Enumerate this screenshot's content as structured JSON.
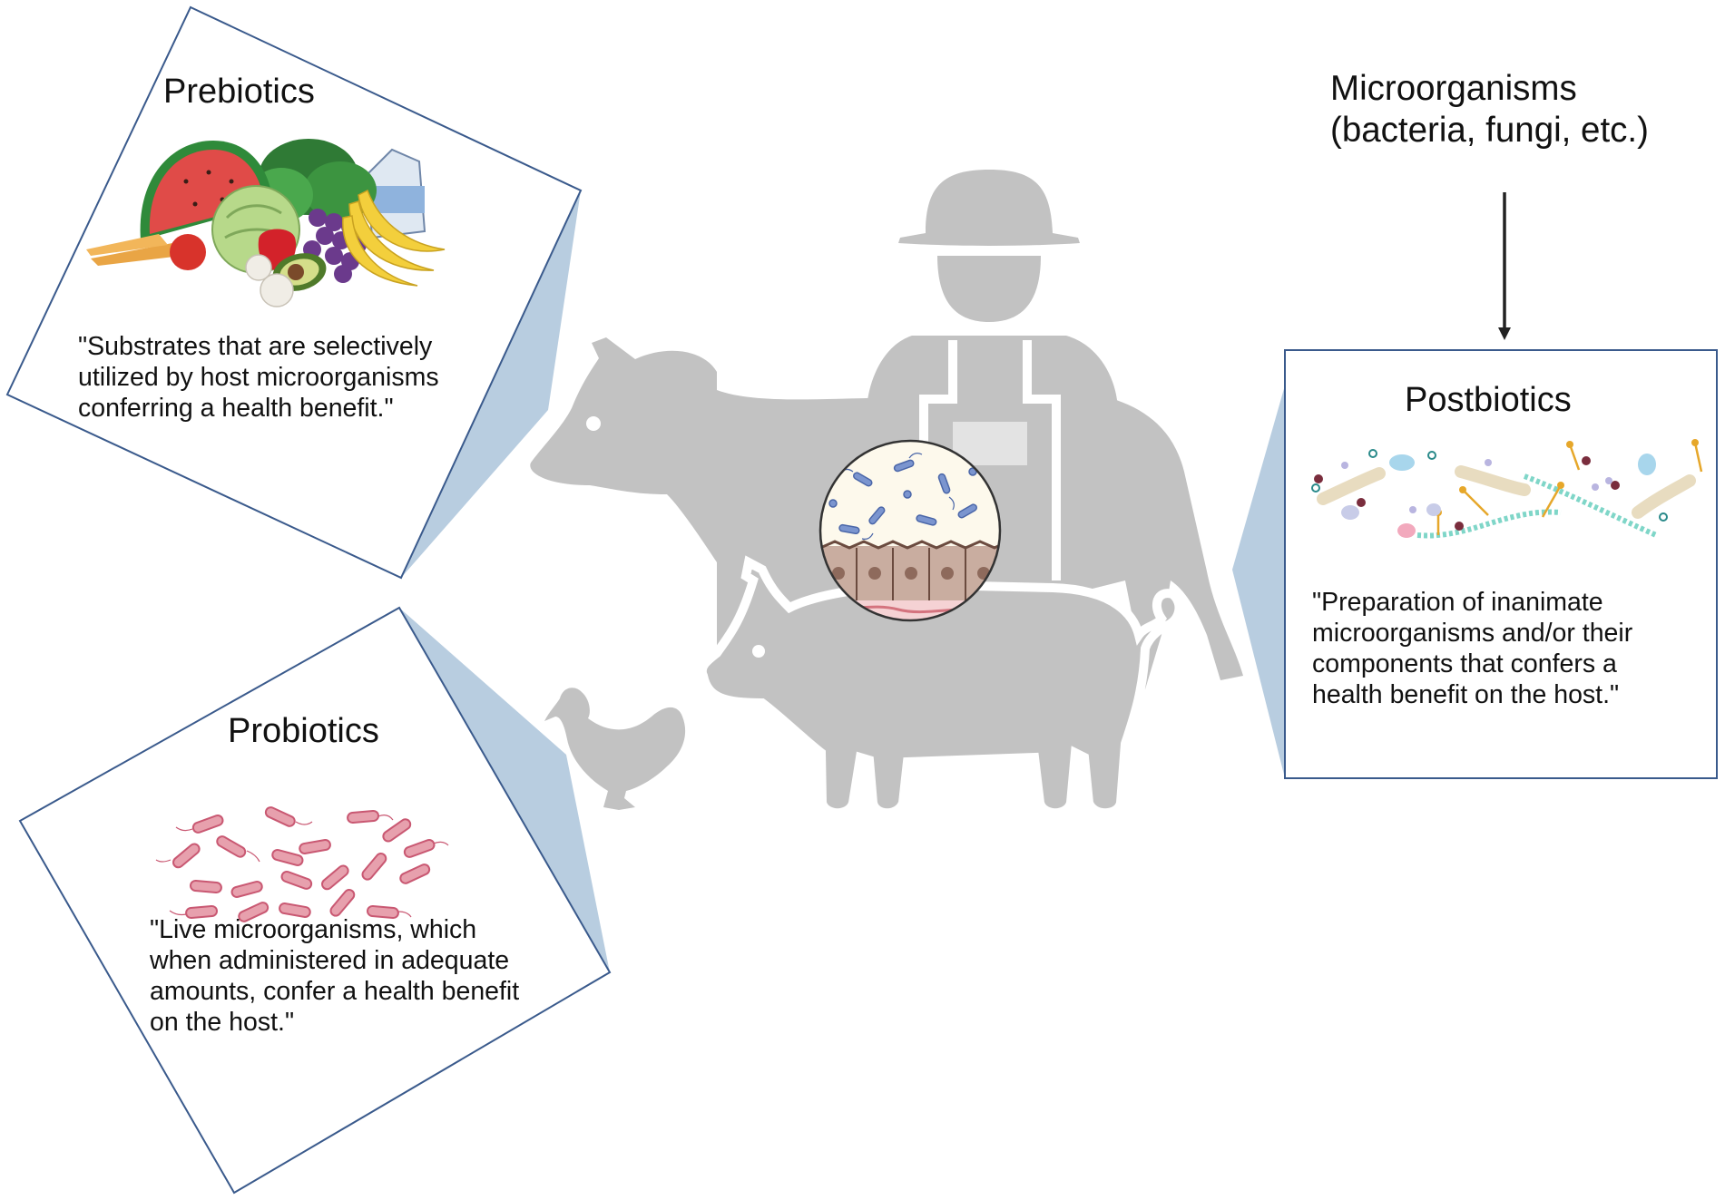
{
  "microorganisms": {
    "line1": "Microorganisms",
    "line2": "(bacteria, fungi, etc.)"
  },
  "prebiotics": {
    "title": "Prebiotics",
    "definition": [
      "\"Substrates that are selectively",
      "utilized by host microorganisms",
      "conferring a health benefit.\""
    ],
    "image_icon": "fruits-vegetables-milk-icon"
  },
  "probiotics": {
    "title": "Probiotics",
    "definition": [
      "\"Live microorganisms, which",
      "when administered in adequate",
      "amounts, confer a health benefit",
      "on the host.\""
    ],
    "image_icon": "live-bacteria-icon"
  },
  "postbiotics": {
    "title": "Postbiotics",
    "definition": [
      "\"Preparation of inanimate",
      "microorganisms and/or their",
      "components that confers a",
      "health benefit on the host.\""
    ],
    "image_icon": "inanimate-microbial-components-icon"
  },
  "center": {
    "icons": [
      "farmer-icon",
      "cow-icon",
      "pig-icon",
      "chicken-icon",
      "gut-microbiota-icon"
    ],
    "silhouette_color": "#c2c2c2"
  },
  "colors": {
    "box_border": "#3a5a8c",
    "callout_fill": "#b8cde0",
    "bacteria_fill": "#e7a0ad",
    "bacteria_stroke": "#c95872",
    "arrow": "#222222"
  }
}
